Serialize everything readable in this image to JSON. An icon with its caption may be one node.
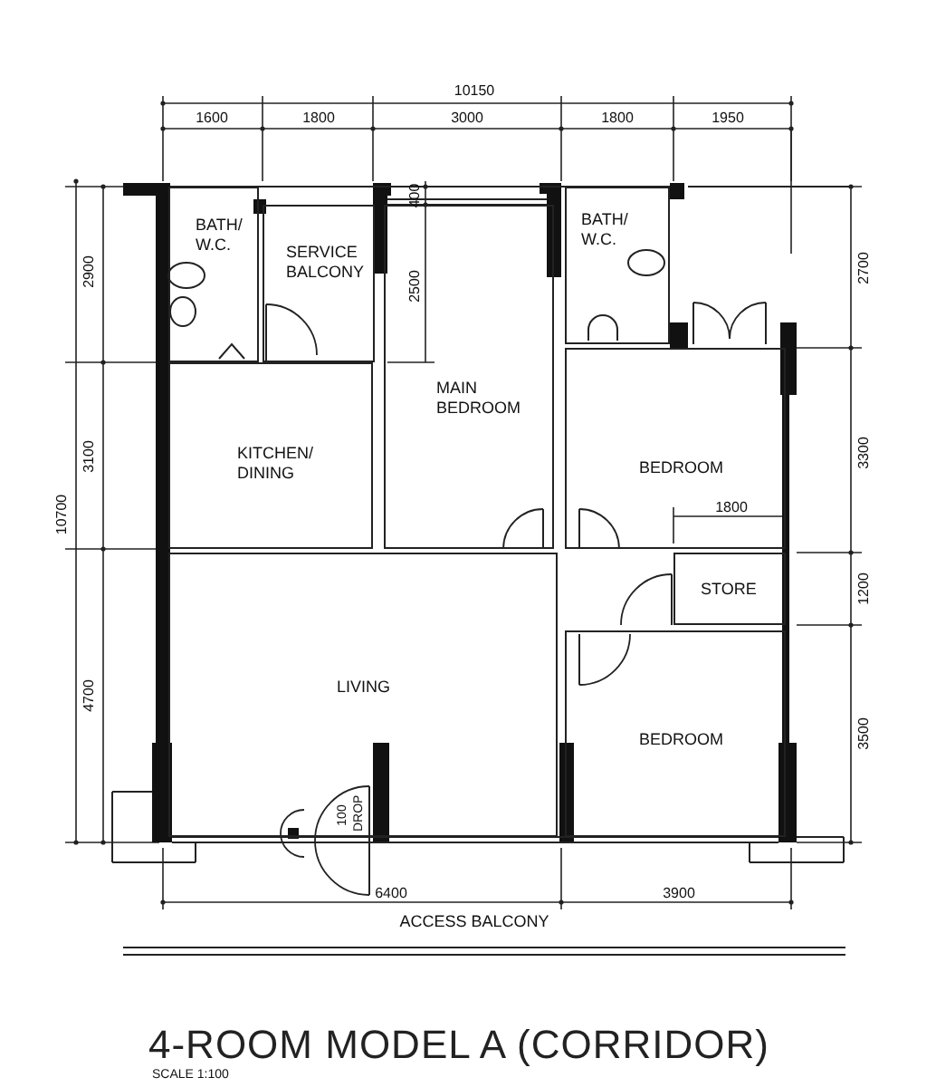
{
  "diagram": {
    "title": "4-ROOM MODEL A (CORRIDOR)",
    "nodes": [
      {
        "text": [
          "BATH/ W.C."
        ]
      },
      {
        "text": [
          "SERVICE BALCONY"
        ]
      },
      {
        "text": [
          "MAIN BEDROOM"
        ]
      },
      {
        "text": [
          "BATH/ W.C."
        ]
      },
      {
        "text": [
          "KITCHEN/ DINING"
        ]
      },
      {
        "text": [
          "BEDROOM"
        ]
      },
      {
        "text": [
          "STORE"
        ]
      },
      {
        "text": [
          "LIVING"
        ]
      },
      {
        "text": [
          "BEDROOM"
        ]
      }
    ],
    "labels": [
      "10150",
      "1600",
      "1800",
      "3000",
      "1800",
      "1950",
      "400",
      "2900",
      "2500",
      "2700",
      "3100",
      "3300",
      "10700",
      "1800",
      "1200",
      "4700",
      "3500",
      "100 DROP",
      "6400",
      "3900",
      "ACCESS BALCONY",
      "SCALE 1:100"
    ]
  }
}
